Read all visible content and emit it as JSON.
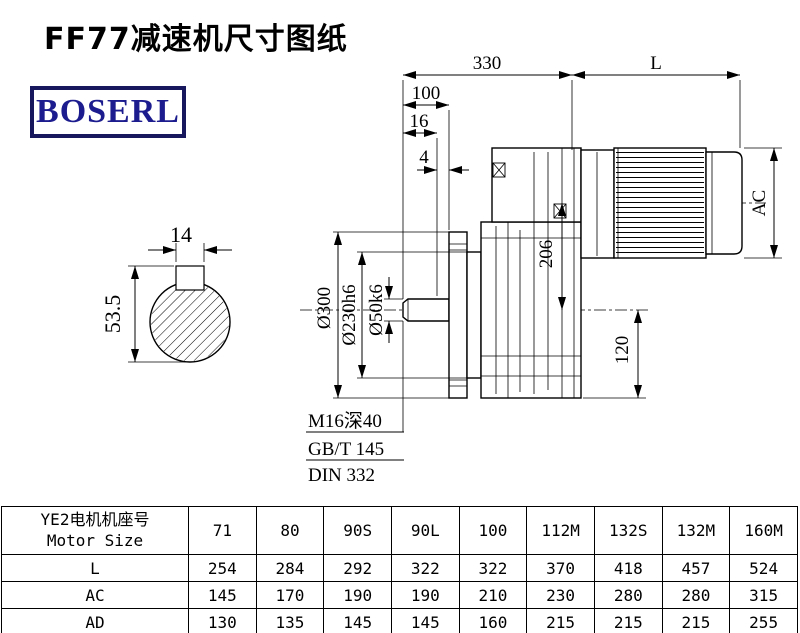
{
  "page": {
    "title": "FF77减速机尺寸图纸",
    "logo_text": "BOSERL"
  },
  "dimensions": {
    "top_330": "330",
    "top_L": "L",
    "d100": "100",
    "d16": "16",
    "d4": "4",
    "ac": "AC",
    "key_width": "14",
    "key_depth": "53.5",
    "flange_od": "Ø300",
    "spigot": "Ø230h6",
    "shaft": "Ø50k6",
    "d206": "206",
    "d120": "120"
  },
  "notes": {
    "line1": "M16深40",
    "line2": "GB/T 145",
    "line3": "DIN 332"
  },
  "table": {
    "row_header_line1": "YE2电机机座号",
    "row_header_line2": "Motor Size",
    "motor_sizes": [
      "71",
      "80",
      "90S",
      "90L",
      "100",
      "112M",
      "132S",
      "132M",
      "160M"
    ],
    "rows": [
      {
        "label": "L",
        "values": [
          "254",
          "284",
          "292",
          "322",
          "322",
          "370",
          "418",
          "457",
          "524"
        ]
      },
      {
        "label": "AC",
        "values": [
          "145",
          "170",
          "190",
          "190",
          "210",
          "230",
          "280",
          "280",
          "315"
        ]
      },
      {
        "label": "AD",
        "values": [
          "130",
          "135",
          "145",
          "145",
          "160",
          "215",
          "215",
          "215",
          "255"
        ]
      }
    ]
  },
  "colors": {
    "line": "#000000",
    "logo_text": "#1c1c8f",
    "logo_border": "#17175e",
    "background": "#ffffff"
  }
}
